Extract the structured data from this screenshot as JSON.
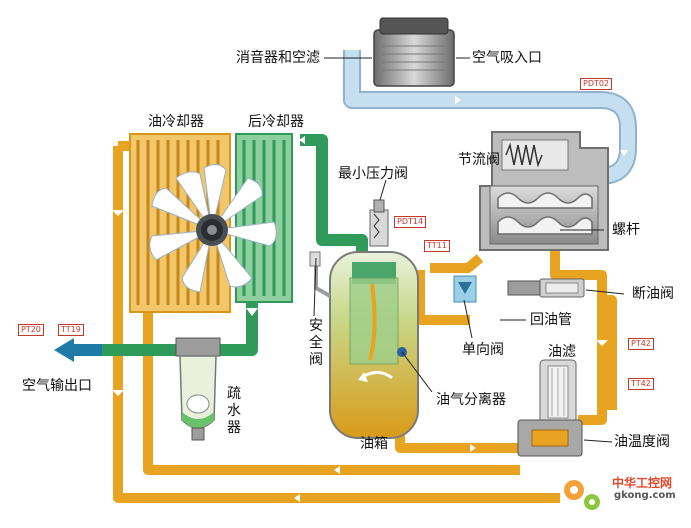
{
  "labels": {
    "silencer_filter": "消音器和空滤",
    "air_inlet": "空气吸入口",
    "oil_cooler": "油冷却器",
    "after_cooler": "后冷却器",
    "throttle_valve": "节流阀",
    "min_pressure_valve": "最小压力阀",
    "screw": "螺杆",
    "oil_cutoff_valve": "断油阀",
    "safety_valve": "安全阀",
    "oil_return_pipe": "回油管",
    "check_valve": "单向阀",
    "oil_filter": "油滤",
    "air_outlet": "空气输出口",
    "drain_device": "疏水器",
    "oil_gas_separator": "油气分离器",
    "oil_tank": "油箱",
    "oil_temp_valve": "油温度阀"
  },
  "tags": {
    "pdt02": "PDT02",
    "pdt14": "PDT14",
    "tt11": "TT11",
    "pt20": "PT20",
    "tt19": "TT19",
    "pt42": "PT42",
    "tt42": "TT42"
  },
  "watermark": {
    "name": "中华工控网",
    "domain": "gkong.com"
  },
  "colors": {
    "oil": "#e8a321",
    "air_inlet": "#c6dff0",
    "air_inlet_edge": "#8fb3cc",
    "compressed_air": "#2f9a5a",
    "gray": "#8c8c8c",
    "outlet_arrow": "#1f7aa8"
  }
}
